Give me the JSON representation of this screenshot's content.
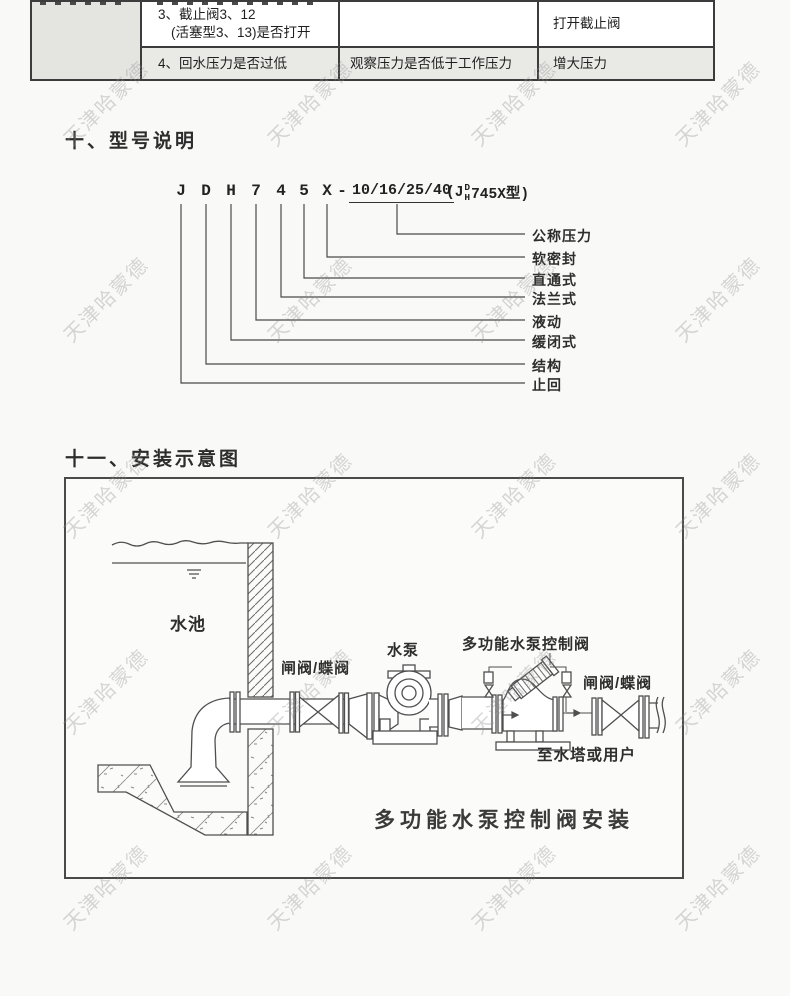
{
  "sections": {
    "model_heading": "十、型号说明",
    "install_heading": "十一、安装示意图"
  },
  "table": {
    "row3": {
      "item": "3、截止阀3、12",
      "item_line2": "(活塞型3、13)是否打开",
      "method": "",
      "remedy": "打开截止阀"
    },
    "row4": {
      "item": "4、回水压力是否过低",
      "method": "观察压力是否低于工作压力",
      "remedy": "增大压力"
    }
  },
  "model": {
    "letters": [
      "J",
      "D",
      "H",
      "7",
      "4",
      "5",
      "X"
    ],
    "dash": "-",
    "pressure_values": "10/16/25/40",
    "suffix_prefix": "(J",
    "suffix_top": "D",
    "suffix_bottom": "H",
    "suffix_rest": "745X型)",
    "labels": [
      "公称压力",
      "软密封",
      "直通式",
      "法兰式",
      "液动",
      "缓闭式",
      "结构",
      "止回"
    ]
  },
  "diagram": {
    "tank_label": "水池",
    "valve1_label": "闸阀/蝶阀",
    "pump_label": "水泵",
    "control_valve_label": "多功能水泵控制阀",
    "valve2_label": "闸阀/蝶阀",
    "outlet_label": "至水塔或用户",
    "caption": "多功能水泵控制阀安装"
  },
  "watermark": {
    "text": "天津哈蒙德"
  },
  "colors": {
    "paper": "#f9f9f7",
    "line_art": "#4f4f4f",
    "table_border": "#3c3c3c",
    "shaded_cell": "#e9e9e6",
    "watermark_gray": "#8f8f8f"
  }
}
